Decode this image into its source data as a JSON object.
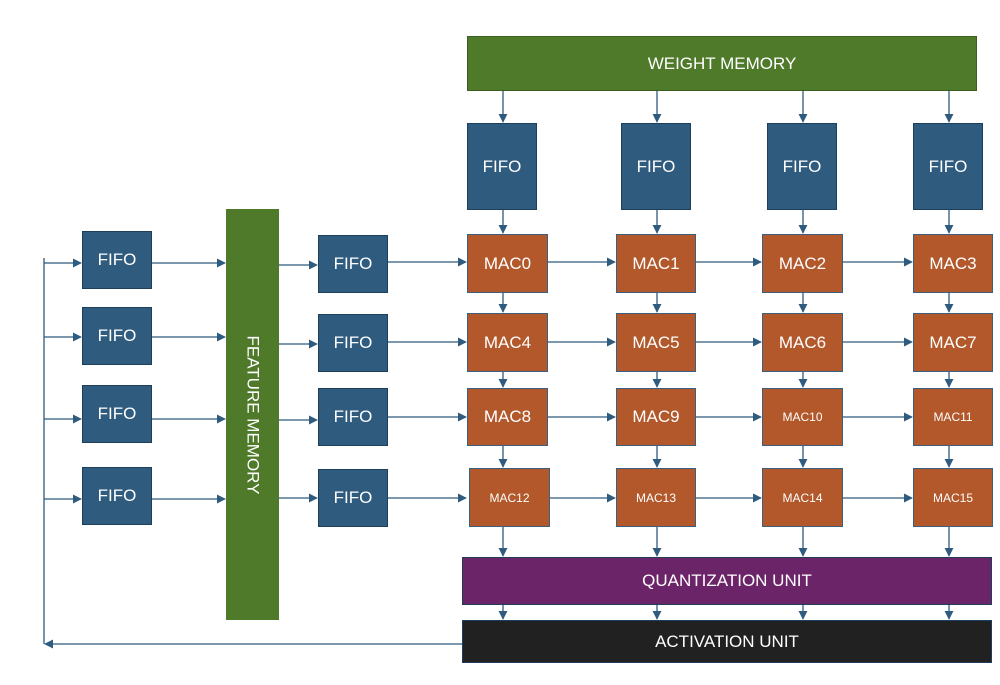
{
  "weight_memory": "WEIGHT MEMORY",
  "feature_memory": "FEATURE MEMORY",
  "quantization_unit": "QUANTIZATION UNIT",
  "activation_unit": "ACTIVATION UNIT",
  "fifo_label": "FIFO",
  "macs": [
    "MAC0",
    "MAC1",
    "MAC2",
    "MAC3",
    "MAC4",
    "MAC5",
    "MAC6",
    "MAC7",
    "MAC8",
    "MAC9",
    "MAC10",
    "MAC11",
    "MAC12",
    "MAC13",
    "MAC14",
    "MAC15"
  ],
  "colors": {
    "fifo": "#2f5b7f",
    "mac": "#b2582a",
    "memory": "#4f7a2a",
    "quantization": "#6b2468",
    "activation": "#212121",
    "wire": "#2f5b7f"
  }
}
